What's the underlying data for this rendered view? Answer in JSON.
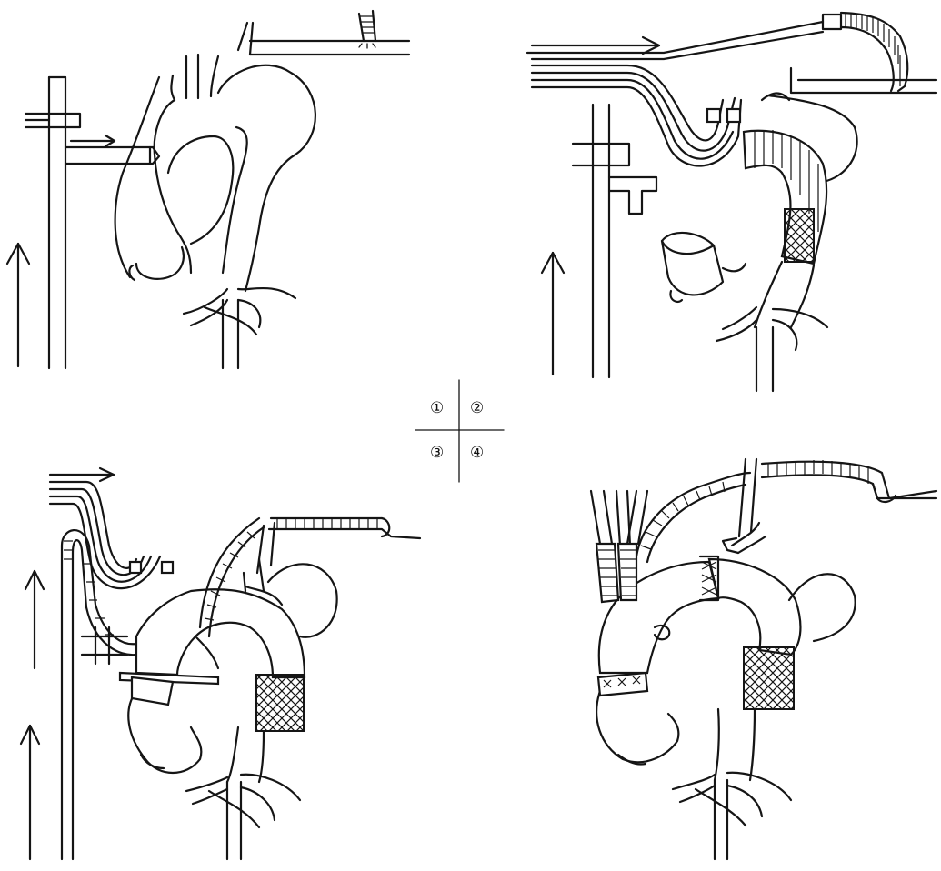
{
  "panel_labels": [
    "①",
    "②",
    "③",
    "④"
  ]
}
